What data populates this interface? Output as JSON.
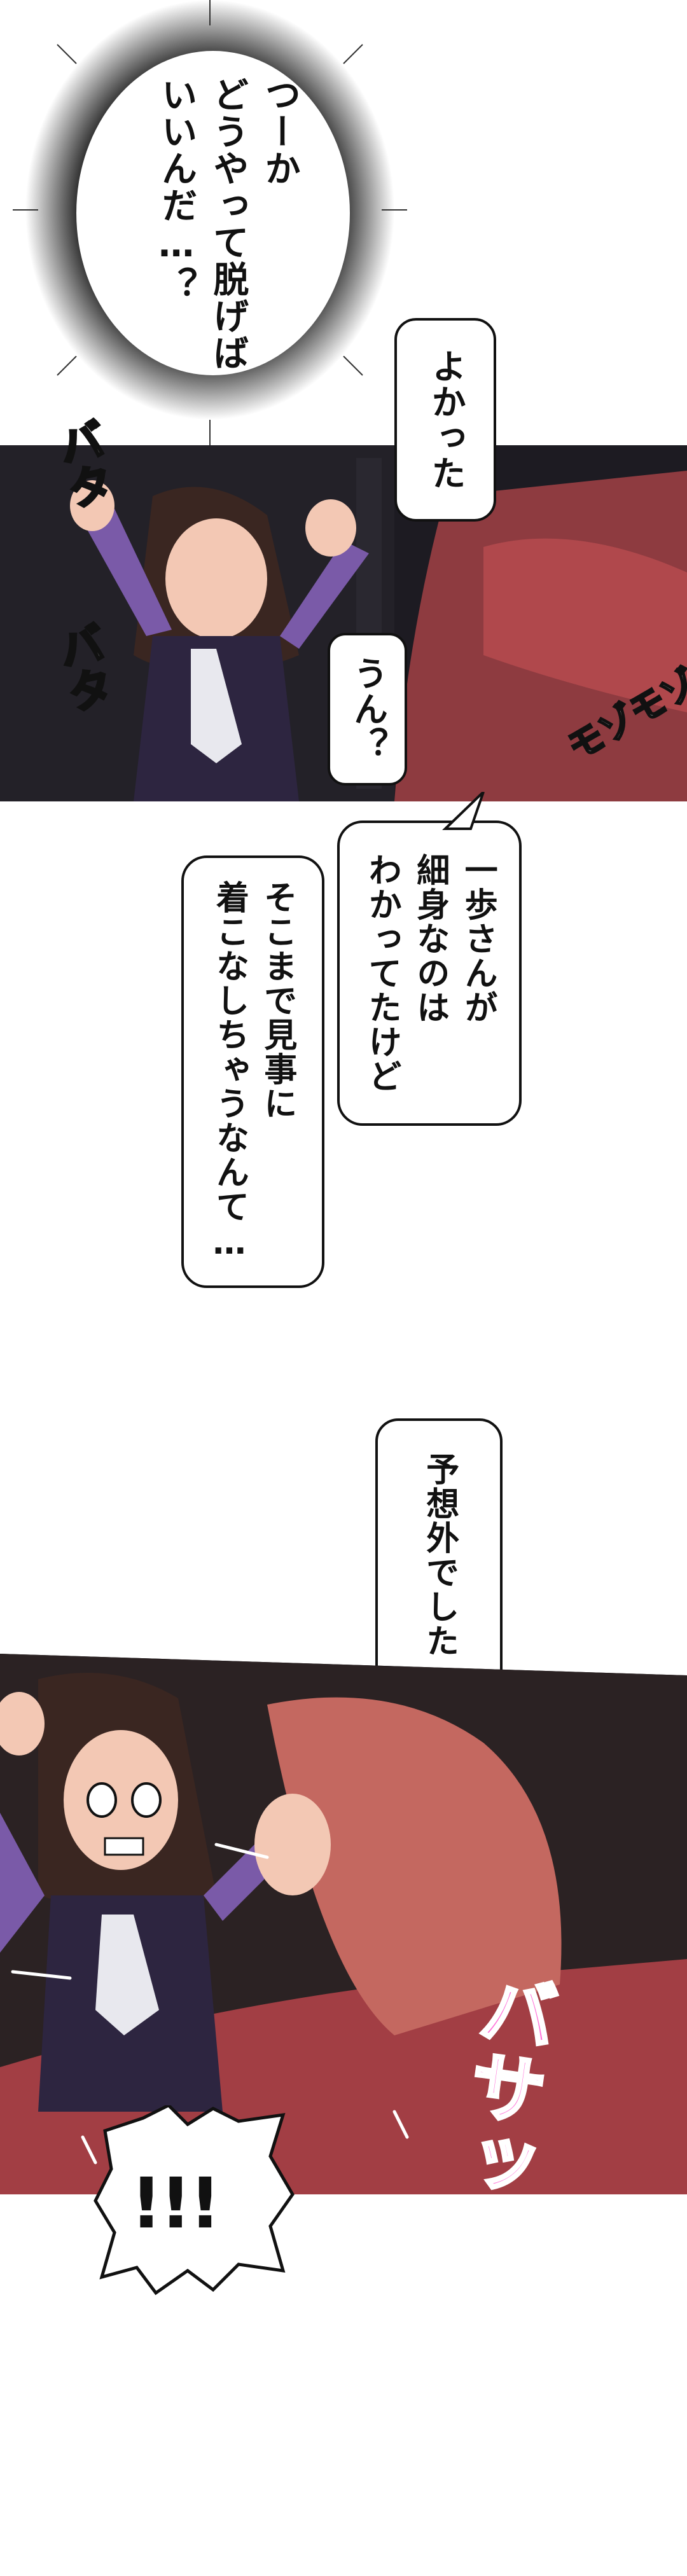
{
  "bubbles": {
    "shout_1": "つーか\nどうやって脱げば\nいいんだ…？",
    "yokatta": "よかった",
    "un": "うん？",
    "hosoi": "一歩さんが\n細身なのは\nわかってたけど",
    "kikonashi": "そこまで見事に\n着こなしちゃうなんて…",
    "yosougai": "予想外でした",
    "exclaim": "!!!"
  },
  "sfx": {
    "bata_1": "バタ",
    "bata_2": "バタ",
    "moso": "モゾモゾ",
    "basa": "バサッ"
  },
  "colors": {
    "ink": "#111111",
    "paper": "#ffffff",
    "sfx_pink": "#ff6fd8",
    "uniform": "#7a5aa8",
    "coat": "#b0484c",
    "skin": "#f3c8b4"
  }
}
